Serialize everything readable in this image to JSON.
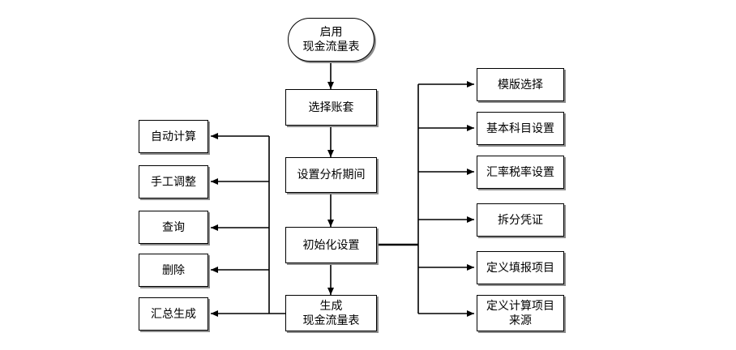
{
  "nodes": {
    "start": "启用\n现金流量表",
    "select_account": "选择账套",
    "set_period": "设置分析期间",
    "init_setup": "初始化设置",
    "generate": "生成\n现金流量表",
    "auto_calc": "自动计算",
    "manual_adjust": "手工调整",
    "query": "查询",
    "delete": "删除",
    "summary": "汇总生成",
    "template_select": "模版选择",
    "basic_subject": "基本科目设置",
    "rate_setup": "汇率税率设置",
    "split_voucher": "拆分凭证",
    "define_items": "定义填报项目",
    "define_source": "定义计算项目\n来源"
  }
}
